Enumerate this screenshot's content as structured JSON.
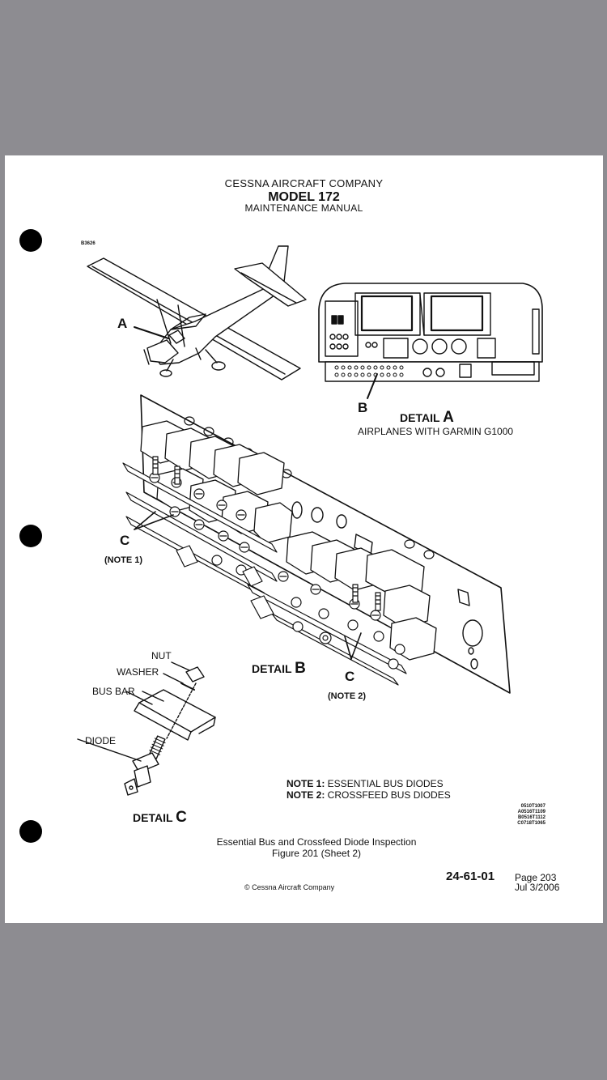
{
  "header": {
    "company": "CESSNA AIRCRAFT COMPANY",
    "model": "MODEL 172",
    "manual": "MAINTENANCE MANUAL"
  },
  "drawing_code": "B3626",
  "labels": {
    "a": "A",
    "b": "B",
    "c1": "C",
    "note1_ref": "(NOTE 1)",
    "c2": "C",
    "note2_ref": "(NOTE 2)"
  },
  "detail_a": {
    "word": "DETAIL",
    "letter": "A",
    "subtitle": "AIRPLANES WITH GARMIN G1000"
  },
  "detail_b": {
    "word": "DETAIL",
    "letter": "B"
  },
  "detail_c": {
    "word": "DETAIL",
    "letter": "C"
  },
  "parts": {
    "nut": "NUT",
    "washer": "WASHER",
    "bus_bar": "BUS BAR",
    "diode": "DIODE"
  },
  "notes": [
    {
      "key": "NOTE 1:",
      "text": " ESSENTIAL BUS DIODES"
    },
    {
      "key": "NOTE 2:",
      "text": " CROSSFEED BUS DIODES"
    }
  ],
  "refs": [
    "0510T1007",
    "A0516T1109",
    "B0516T1112",
    "C0718T1065"
  ],
  "caption": "Essential Bus and Crossfeed Diode Inspection",
  "figure": "Figure 201 (Sheet 2)",
  "footer": {
    "doc_number": "24-61-01",
    "page": "Page 203",
    "date": "Jul 3/2006",
    "copyright": "© Cessna Aircraft Company"
  }
}
